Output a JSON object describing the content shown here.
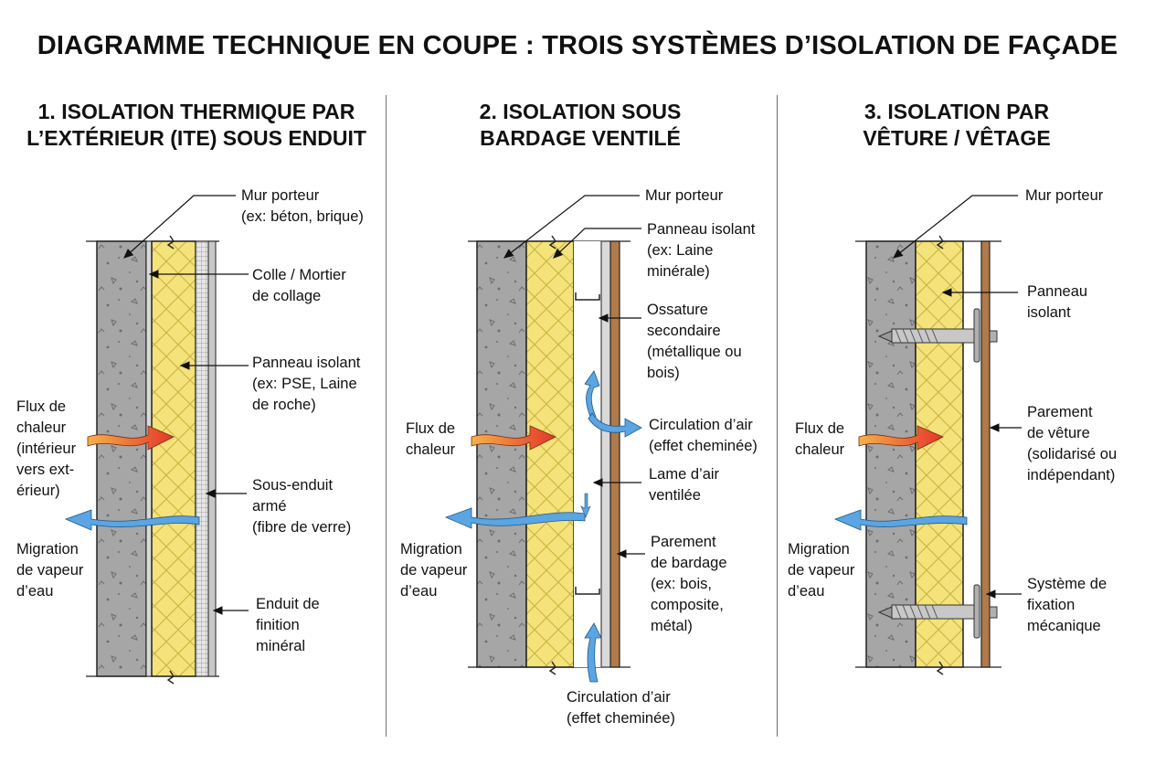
{
  "title": "DIAGRAMME TECHNIQUE EN COUPE : TROIS SYSTÈMES D’ISOLATION DE FAÇADE",
  "colors": {
    "concrete": "#a6a6a6",
    "insulation": "#f4e27a",
    "cladding": "#b07a4a",
    "heat_arrow_start": "#f6a23a",
    "heat_arrow_end": "#e8392c",
    "vapor_arrow": "#5aa5e2",
    "outline": "#222222"
  },
  "sections": [
    {
      "title": "1. ISOLATION THERMIQUE PAR\nL’EXTÉRIEUR (ITE) SOUS ENDUIT",
      "labels": {
        "mur_porteur": "Mur porteur\n(ex: béton, brique)",
        "colle": "Colle / Mortier\nde collage",
        "panneau": "Panneau isolant\n(ex: PSE, Laine\nde roche)",
        "flux": "Flux de\nchaleur\n(intérieur\nvers ext-\nérieur)",
        "sous_enduit": "Sous-enduit\narmé\n(fibre de verre)",
        "migration": "Migration\nde vapeur\nd’eau",
        "enduit": "Enduit de\nfinition\nminéral"
      }
    },
    {
      "title": "2. ISOLATION SOUS\nBARDAGE VENTILÉ",
      "labels": {
        "mur_porteur": "Mur porteur",
        "panneau": "Panneau isolant\n(ex: Laine\nminérale)",
        "ossature": "Ossature\nsecondaire\n(métallique ou\nbois)",
        "flux": "Flux de\nchaleur",
        "circulation_top": "Circulation d’air\n(effet cheminée)",
        "lame": "Lame d’air\nventilée",
        "migration": "Migration\nde vapeur\nd’eau",
        "parement": "Parement\nde bardage\n(ex: bois,\ncomposite,\nmétal)",
        "circulation_bottom": "Circulation d’air\n(effet cheminée)"
      }
    },
    {
      "title": "3. ISOLATION PAR\nVÊTURE / VÊTAGE",
      "labels": {
        "mur_porteur": "Mur porteur",
        "panneau": "Panneau\nisolant",
        "flux": "Flux de\nchaleur",
        "parement": "Parement\nde vêture\n(solidarisé ou\nindépendant)",
        "migration": "Migration\nde vapeur\nd’eau",
        "fixation": "Système de\nfixation\nmécanique"
      }
    }
  ]
}
